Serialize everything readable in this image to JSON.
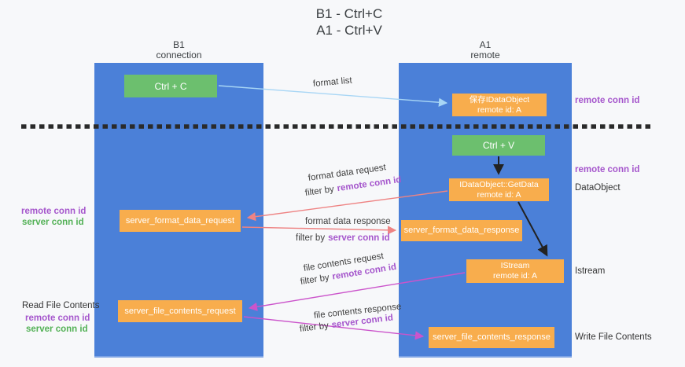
{
  "title": {
    "line1": "B1 - Ctrl+C",
    "line2": "A1 - Ctrl+V"
  },
  "lanes": {
    "left": {
      "title": "B1",
      "subtitle": "connection"
    },
    "right": {
      "title": "A1",
      "subtitle": "remote"
    }
  },
  "nodes": {
    "ctrl_c": {
      "label": "Ctrl + C"
    },
    "ctrl_v": {
      "label": "Ctrl + V"
    },
    "save_idataobject": {
      "line1": "保存IDataObject",
      "line2": "remote id: A"
    },
    "idataobject_getdata": {
      "line1": "IDataObject::GetData",
      "line2": "remote id: A"
    },
    "istream": {
      "line1": "IStream",
      "line2": "remote id: A"
    },
    "server_format_data_request": {
      "label": "server_format_data_request"
    },
    "server_format_data_response": {
      "label": "server_format_data_response"
    },
    "server_file_contents_request": {
      "label": "server_file_contents_request"
    },
    "server_file_contents_response": {
      "label": "server_file_contents_response"
    }
  },
  "edge_labels": {
    "format_list": "format list",
    "format_data_request": "format data request",
    "format_data_request_filter": {
      "prefix": "filter by",
      "id": "remote conn id"
    },
    "format_data_response": "format data response",
    "format_data_response_filter": {
      "prefix": "filter by",
      "id": "server conn id"
    },
    "file_contents_request": "file contents request",
    "file_contents_request_filter": {
      "prefix": "filter by",
      "id": "remote conn id"
    },
    "file_contents_response": "file contents response",
    "file_contents_response_filter": {
      "prefix": "filter by",
      "id": "server conn id"
    }
  },
  "side_labels": {
    "right_remote_conn_id_top": "remote conn id",
    "right_remote_conn_id_mid": "remote conn id",
    "dataobject": "DataObject",
    "istream": "Istream",
    "write_file_contents": "Write File Contents",
    "left_remote_conn_id_top": "remote conn id",
    "left_server_conn_id_top": "server conn id",
    "read_file_contents": "Read File Contents",
    "left_remote_conn_id_bottom": "remote conn id",
    "left_server_conn_id_bottom": "server conn id"
  },
  "colors": {
    "lane_blue": "#4b80d8",
    "node_orange": "#f8ad4d",
    "node_green": "#6cbf6e",
    "purple_label": "#a556cc",
    "green_label": "#53b156",
    "arrow_blue": "#a8d6f5",
    "arrow_salmon": "#ee8383",
    "arrow_magenta": "#cb54cb",
    "arrow_black": "#222222",
    "dashed_divider": "#2a2a2a"
  }
}
